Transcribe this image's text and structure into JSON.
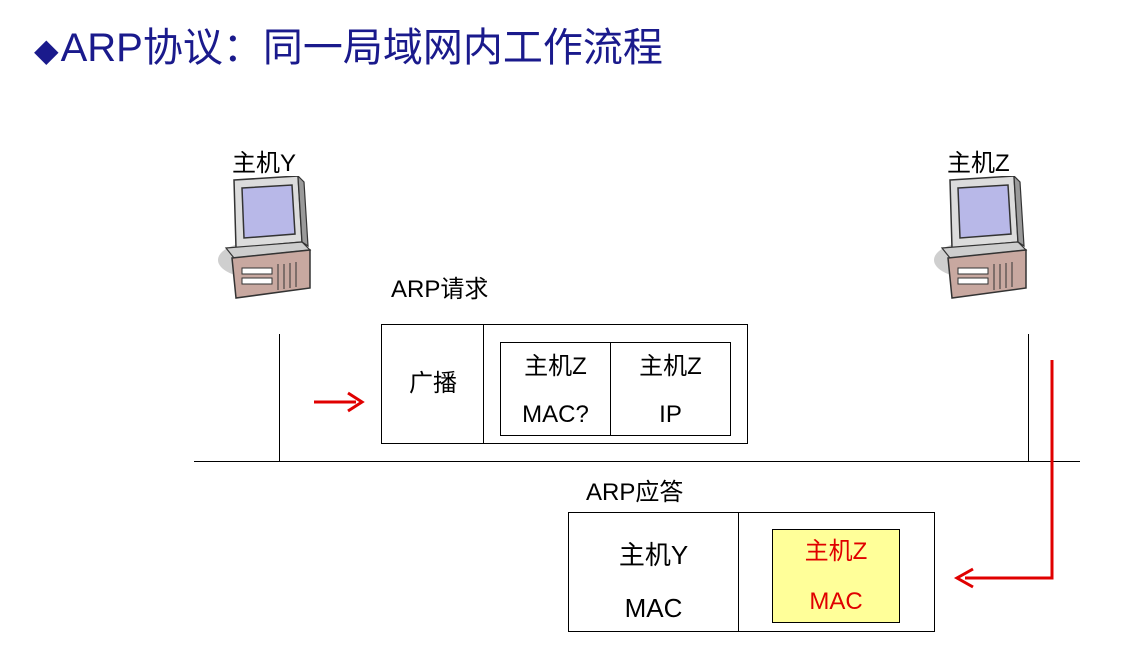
{
  "title": {
    "bullet": "◆",
    "text": "ARP协议：同一局域网内工作流程"
  },
  "hosts": {
    "y_label": "主机Y",
    "z_label": "主机Z"
  },
  "request": {
    "label": "ARP请求",
    "broadcast": "广播",
    "field1_line1": "主机Z",
    "field1_line2": "MAC?",
    "field2_line1": "主机Z",
    "field2_line2": "IP"
  },
  "reply": {
    "label": "ARP应答",
    "field1_line1": "主机Y",
    "field1_line2": "MAC",
    "field2_line1": "主机Z",
    "field2_line2": "MAC"
  },
  "colors": {
    "title": "#1a1a8c",
    "arrow": "#e00000",
    "highlight_bg": "#ffff99",
    "highlight_text": "#e00000"
  }
}
